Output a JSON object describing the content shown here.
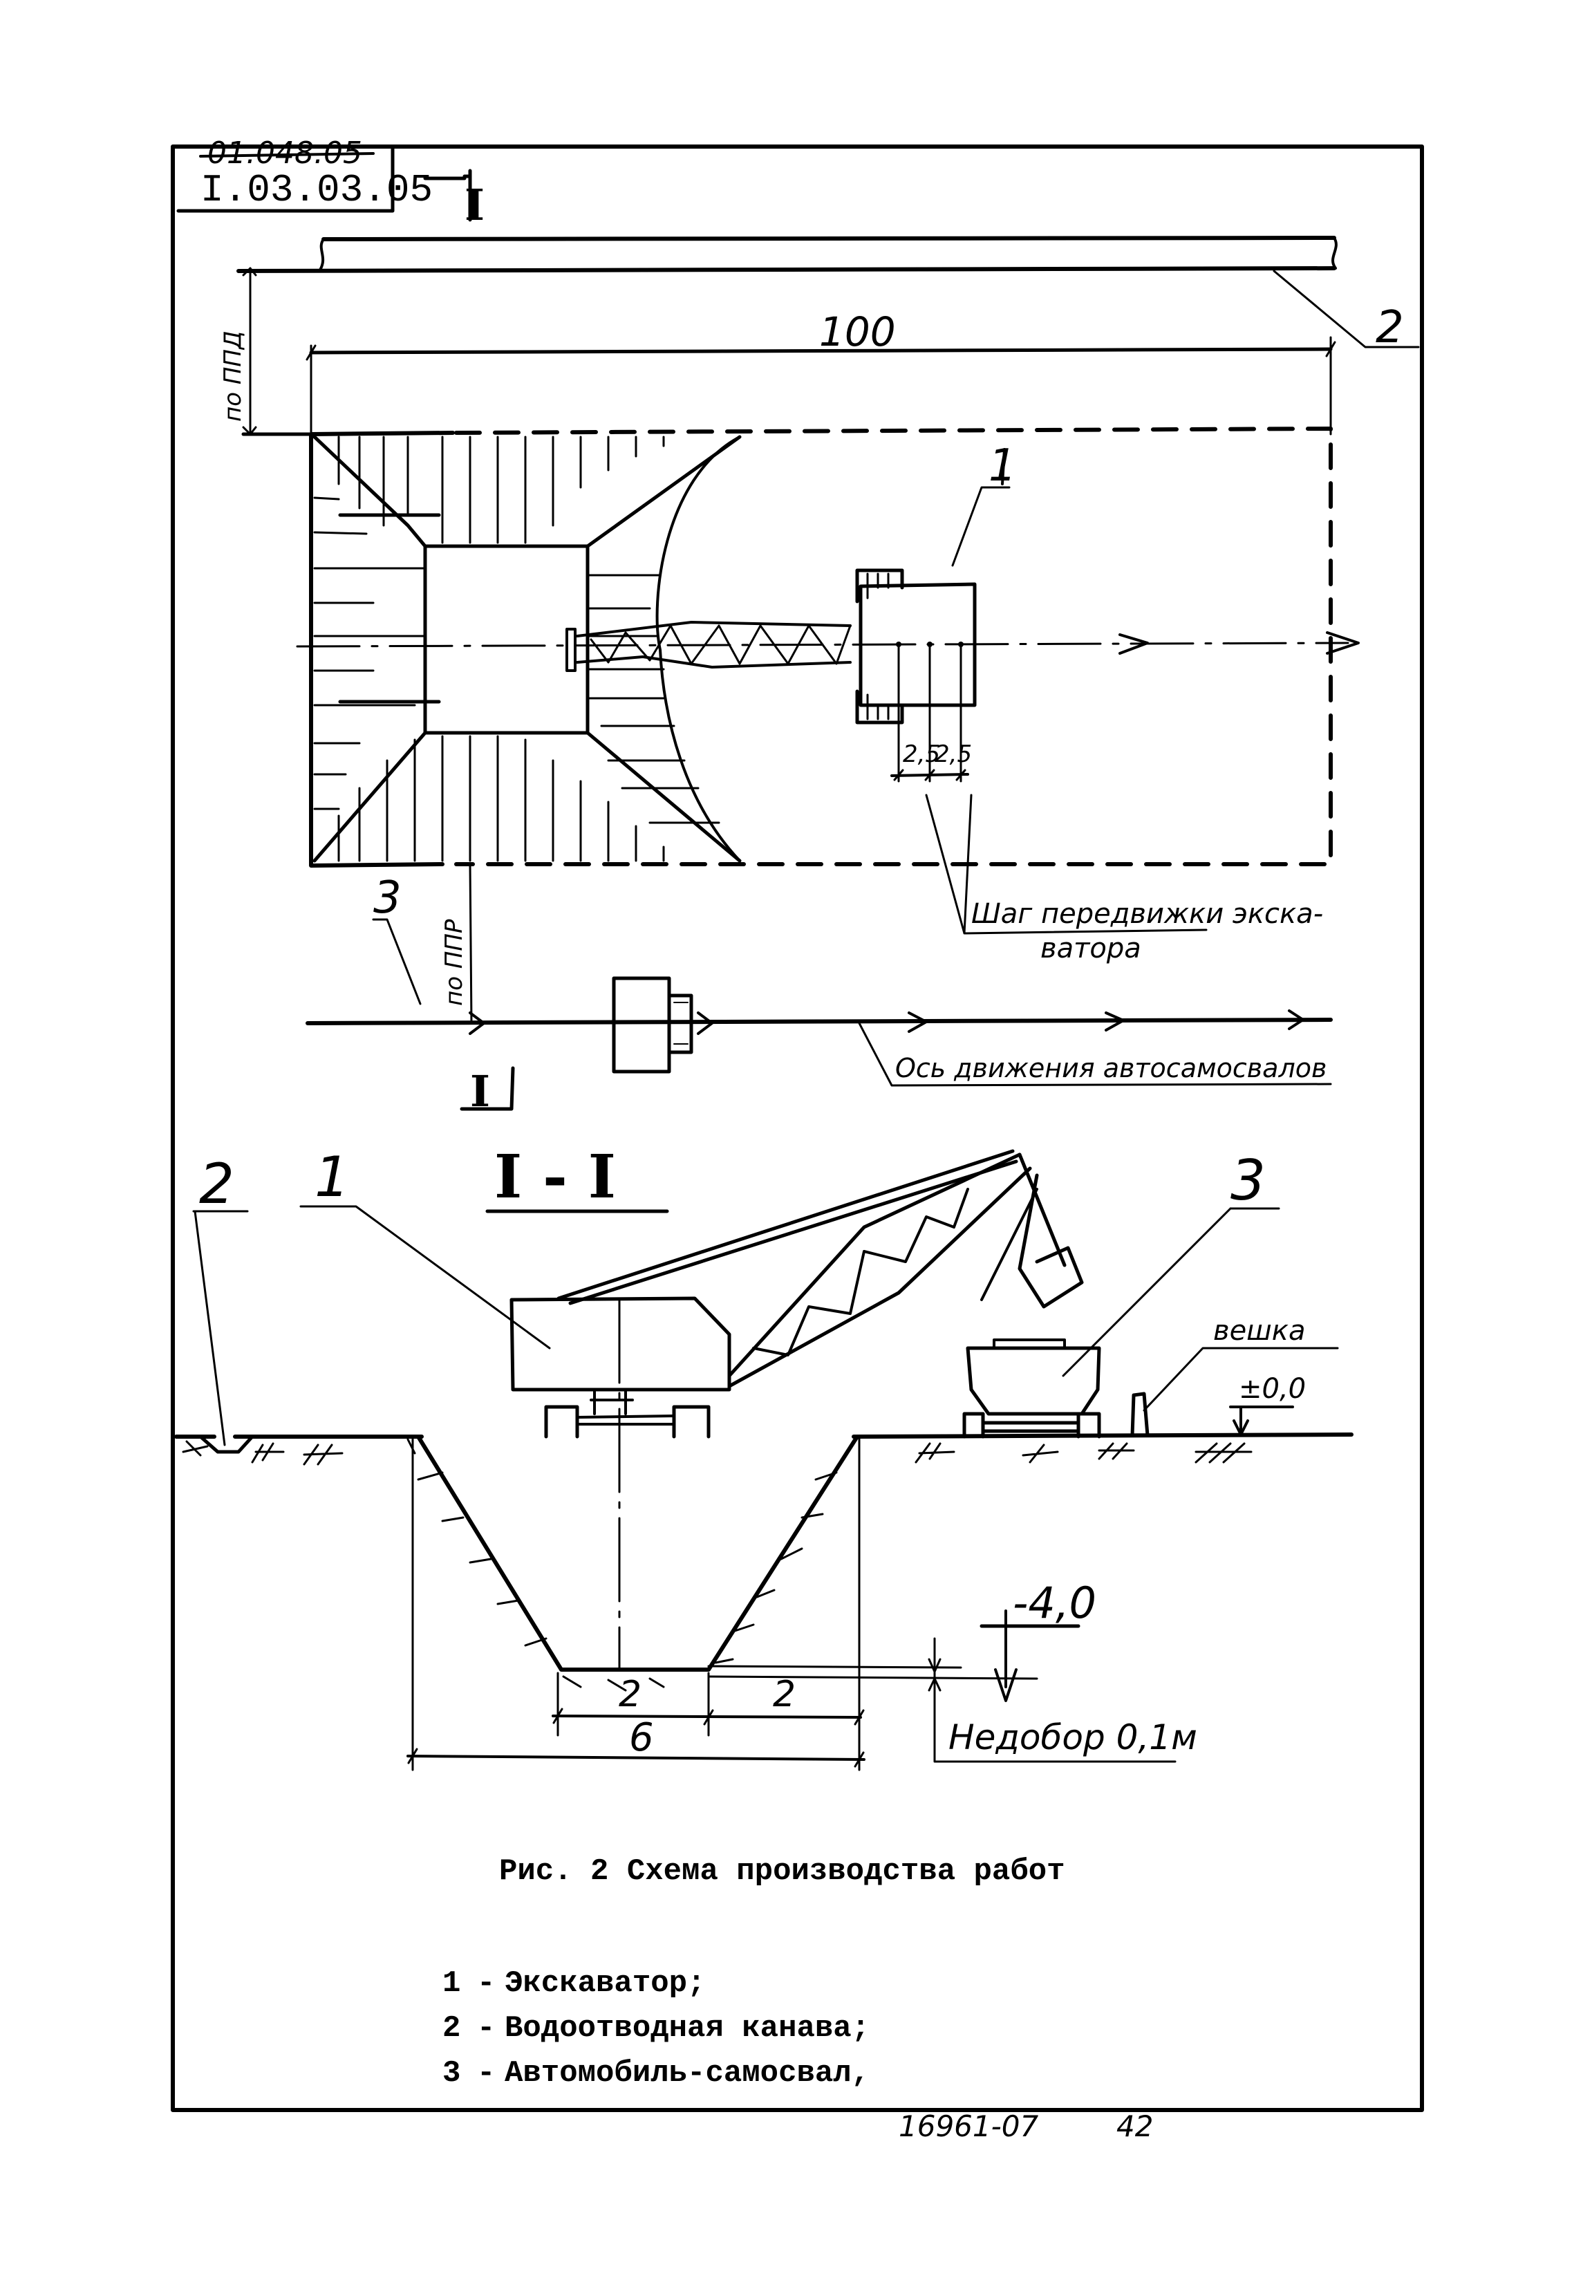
{
  "stamp": {
    "crossed_code": "01.048.05",
    "code": "I.03.03.05"
  },
  "plan_view": {
    "section_mark": "I",
    "dimension_length": "100",
    "offset_label_top": "по ППД",
    "offset_label_bottom": "по ППР",
    "step_dims": [
      "2,5",
      "2,5"
    ],
    "step_note": [
      "Шаг передвижки экска-",
      "ватора"
    ],
    "truck_axis_note": "Ось движения автосамосвалов",
    "callouts": [
      "1",
      "2",
      "3"
    ]
  },
  "section_view": {
    "title": "I - I",
    "callouts": [
      "2",
      "1",
      "3"
    ],
    "marker_label": "вешка",
    "ground_level": "±0,0",
    "bottom_level": "-4,0",
    "underexcavation_note": "Недобор 0,1м",
    "bottom_width_dims": [
      "2",
      "2"
    ],
    "top_width_dim": "6"
  },
  "caption": {
    "title": "Рис. 2  Схема производства работ",
    "legend": [
      {
        "num": "1",
        "text": "Экскаватор;"
      },
      {
        "num": "2",
        "text": "Водоотводная канава;"
      },
      {
        "num": "3",
        "text": "Автомобиль-самосвал,"
      }
    ]
  },
  "footer": {
    "doc_number": "16961-07",
    "page": "42"
  }
}
